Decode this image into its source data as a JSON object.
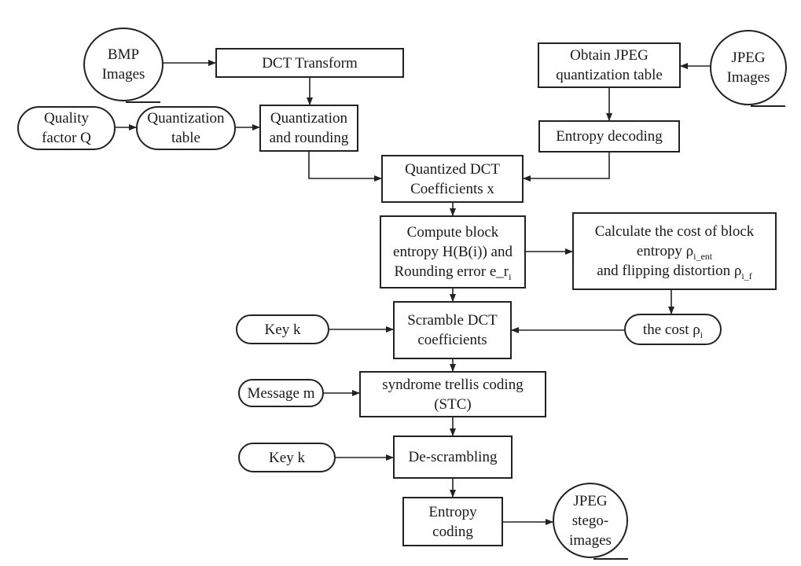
{
  "nodes": {
    "bmp": [
      "BMP",
      "Images"
    ],
    "dct": [
      "DCT Transform"
    ],
    "quality": [
      "Quality",
      "factor  Q"
    ],
    "qtable": [
      "Quantization",
      "table"
    ],
    "quant": [
      "Quantization",
      "and rounding"
    ],
    "obtain": [
      "Obtain JPEG",
      "quantization table"
    ],
    "jpeg_in": [
      "JPEG",
      "Images"
    ],
    "entropy_dec": [
      "Entropy decoding"
    ],
    "qdct": [
      "Quantized DCT",
      "Coefficients x"
    ],
    "compute": {
      "l1": "Compute block",
      "l2": "entropy H(B(i)) and",
      "l3": "Rounding error e_r",
      "l3_sub": "i"
    },
    "calc": {
      "l1": "Calculate  the cost of block",
      "l2": "entropy ρ",
      "l2_sub": "i_ent",
      "l3": "and flipping distortion ρ",
      "l3_sub": "i_f"
    },
    "key1": [
      "Key k"
    ],
    "scramble": [
      "Scramble DCT",
      "coefficients"
    ],
    "cost": {
      "text": "the cost  ρ",
      "sub": "i"
    },
    "message": [
      "Message m"
    ],
    "stc": [
      "syndrome trellis coding",
      "(STC)"
    ],
    "key2": [
      "Key k"
    ],
    "descr": [
      "De-scrambling"
    ],
    "entropy_cod": [
      "Entropy",
      "coding"
    ],
    "stego": [
      "JPEG",
      "stego-",
      "images"
    ]
  }
}
